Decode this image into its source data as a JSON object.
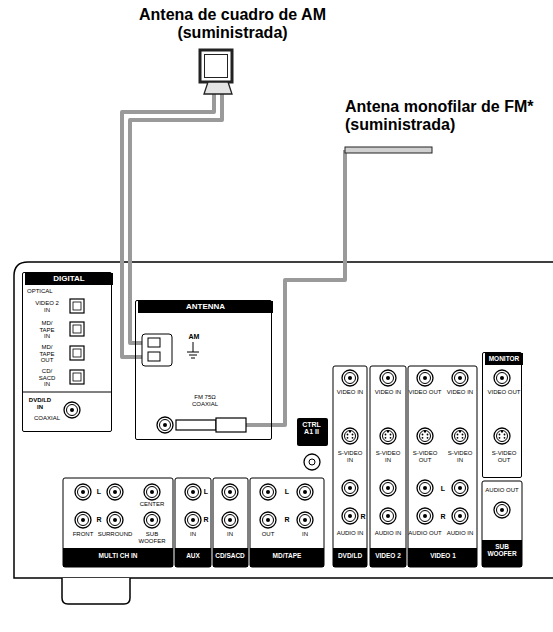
{
  "diagram": {
    "nodes": [
      {
        "text": [
          "Antena de cuadro de AM (suministrada)"
        ]
      },
      {
        "text": [
          "Antena monofilar de FM* (suministrada)"
        ]
      },
      {
        "text": [
          "DIGITAL",
          "OPTICAL",
          "VIDEO 2 IN",
          "MD/ TAPE IN",
          "MD/ TAPE OUT",
          "CD/ SACD IN",
          "DVD/LD IN",
          "COAXIAL"
        ]
      },
      {
        "text": [
          "ANTENNA",
          "AM",
          "FM 75Ω COAXIAL"
        ]
      },
      {
        "text": [
          "CTRL A1 II"
        ]
      },
      {
        "text": [
          "MONITOR",
          "VIDEO OUT",
          "S-VIDEO OUT"
        ]
      }
    ],
    "edges": [
      {
        "from": 0,
        "to": 3,
        "arrow": "none"
      },
      {
        "from": 1,
        "to": 3,
        "arrow": "none"
      }
    ],
    "labels": [
      "L",
      "R",
      "CENTER",
      "FRONT",
      "SURROUND",
      "SUB WOOFER",
      "MULTI CH IN",
      "L",
      "R",
      "IN",
      "AUX",
      "IN",
      "CD/SACD",
      "L",
      "R",
      "OUT",
      "IN",
      "MD/TAPE",
      "VIDEO IN",
      "S-VIDEO IN",
      "AUDIO IN",
      "DVD/LD",
      "R",
      "VIDEO IN",
      "S-VIDEO IN",
      "AUDIO IN",
      "VIDEO 2",
      "VIDEO OUT",
      "VIDEO IN",
      "S-VIDEO OUT",
      "S-VIDEO IN",
      "L",
      "R",
      "AUDIO OUT",
      "AUDIO IN",
      "VIDEO 1",
      "AUDIO OUT",
      "SUB WOOFER"
    ]
  }
}
